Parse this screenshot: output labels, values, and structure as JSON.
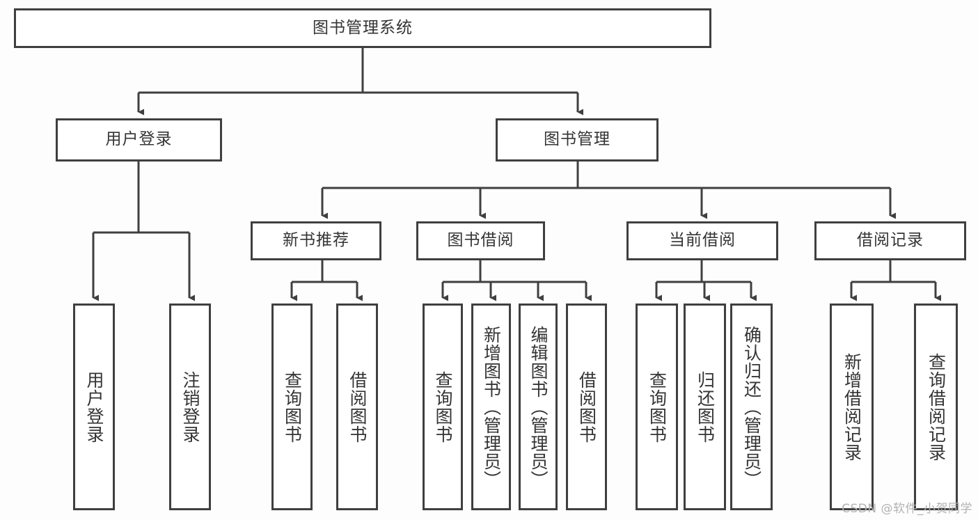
{
  "diagram": {
    "title": "图书管理系统",
    "watermark": "CSDN @软件_小贺同学",
    "line_color": "#3f3f3f",
    "text_color": "#343434",
    "background": "#fdfdfd",
    "levels": {
      "root": [
        "图书管理系统"
      ],
      "level1": [
        "用户登录",
        "图书管理"
      ],
      "level2": [
        "新书推荐",
        "图书借阅",
        "当前借阅",
        "借阅记录"
      ],
      "leaves": [
        "用户登录",
        "注销登录",
        "查询图书",
        "借阅图书",
        "查询图书",
        "新增图书（管理员）",
        "编辑图书（管理员）",
        "借阅图书",
        "查询图书",
        "归还图书",
        "确认归还（管理员）",
        "新增借阅记录",
        "查询借阅记录"
      ]
    },
    "nodes": {
      "root": {
        "label": "图书管理系统"
      },
      "user_login": {
        "label": "用户登录"
      },
      "book_manage": {
        "label": "图书管理"
      },
      "new_book_rec": {
        "label": "新书推荐"
      },
      "book_borrow": {
        "label": "图书借阅"
      },
      "current_borrow": {
        "label": "当前借阅"
      },
      "borrow_record": {
        "label": "借阅记录"
      },
      "leaf_user_login": {
        "label": "用户登录"
      },
      "leaf_logout": {
        "label": "注销登录"
      },
      "leaf_query_book_1": {
        "label": "查询图书"
      },
      "leaf_borrow_book_1": {
        "label": "借阅图书"
      },
      "leaf_query_book_2": {
        "label": "查询图书"
      },
      "leaf_add_book": {
        "label": "新增图书（管理员）"
      },
      "leaf_edit_book": {
        "label": "编辑图书（管理员）"
      },
      "leaf_borrow_book_2": {
        "label": "借阅图书"
      },
      "leaf_query_book_3": {
        "label": "查询图书"
      },
      "leaf_return_book": {
        "label": "归还图书"
      },
      "leaf_confirm_return": {
        "label": "确认归还（管理员）"
      },
      "leaf_add_record": {
        "label": "新增借阅记录"
      },
      "leaf_query_record": {
        "label": "查询借阅记录"
      }
    }
  }
}
